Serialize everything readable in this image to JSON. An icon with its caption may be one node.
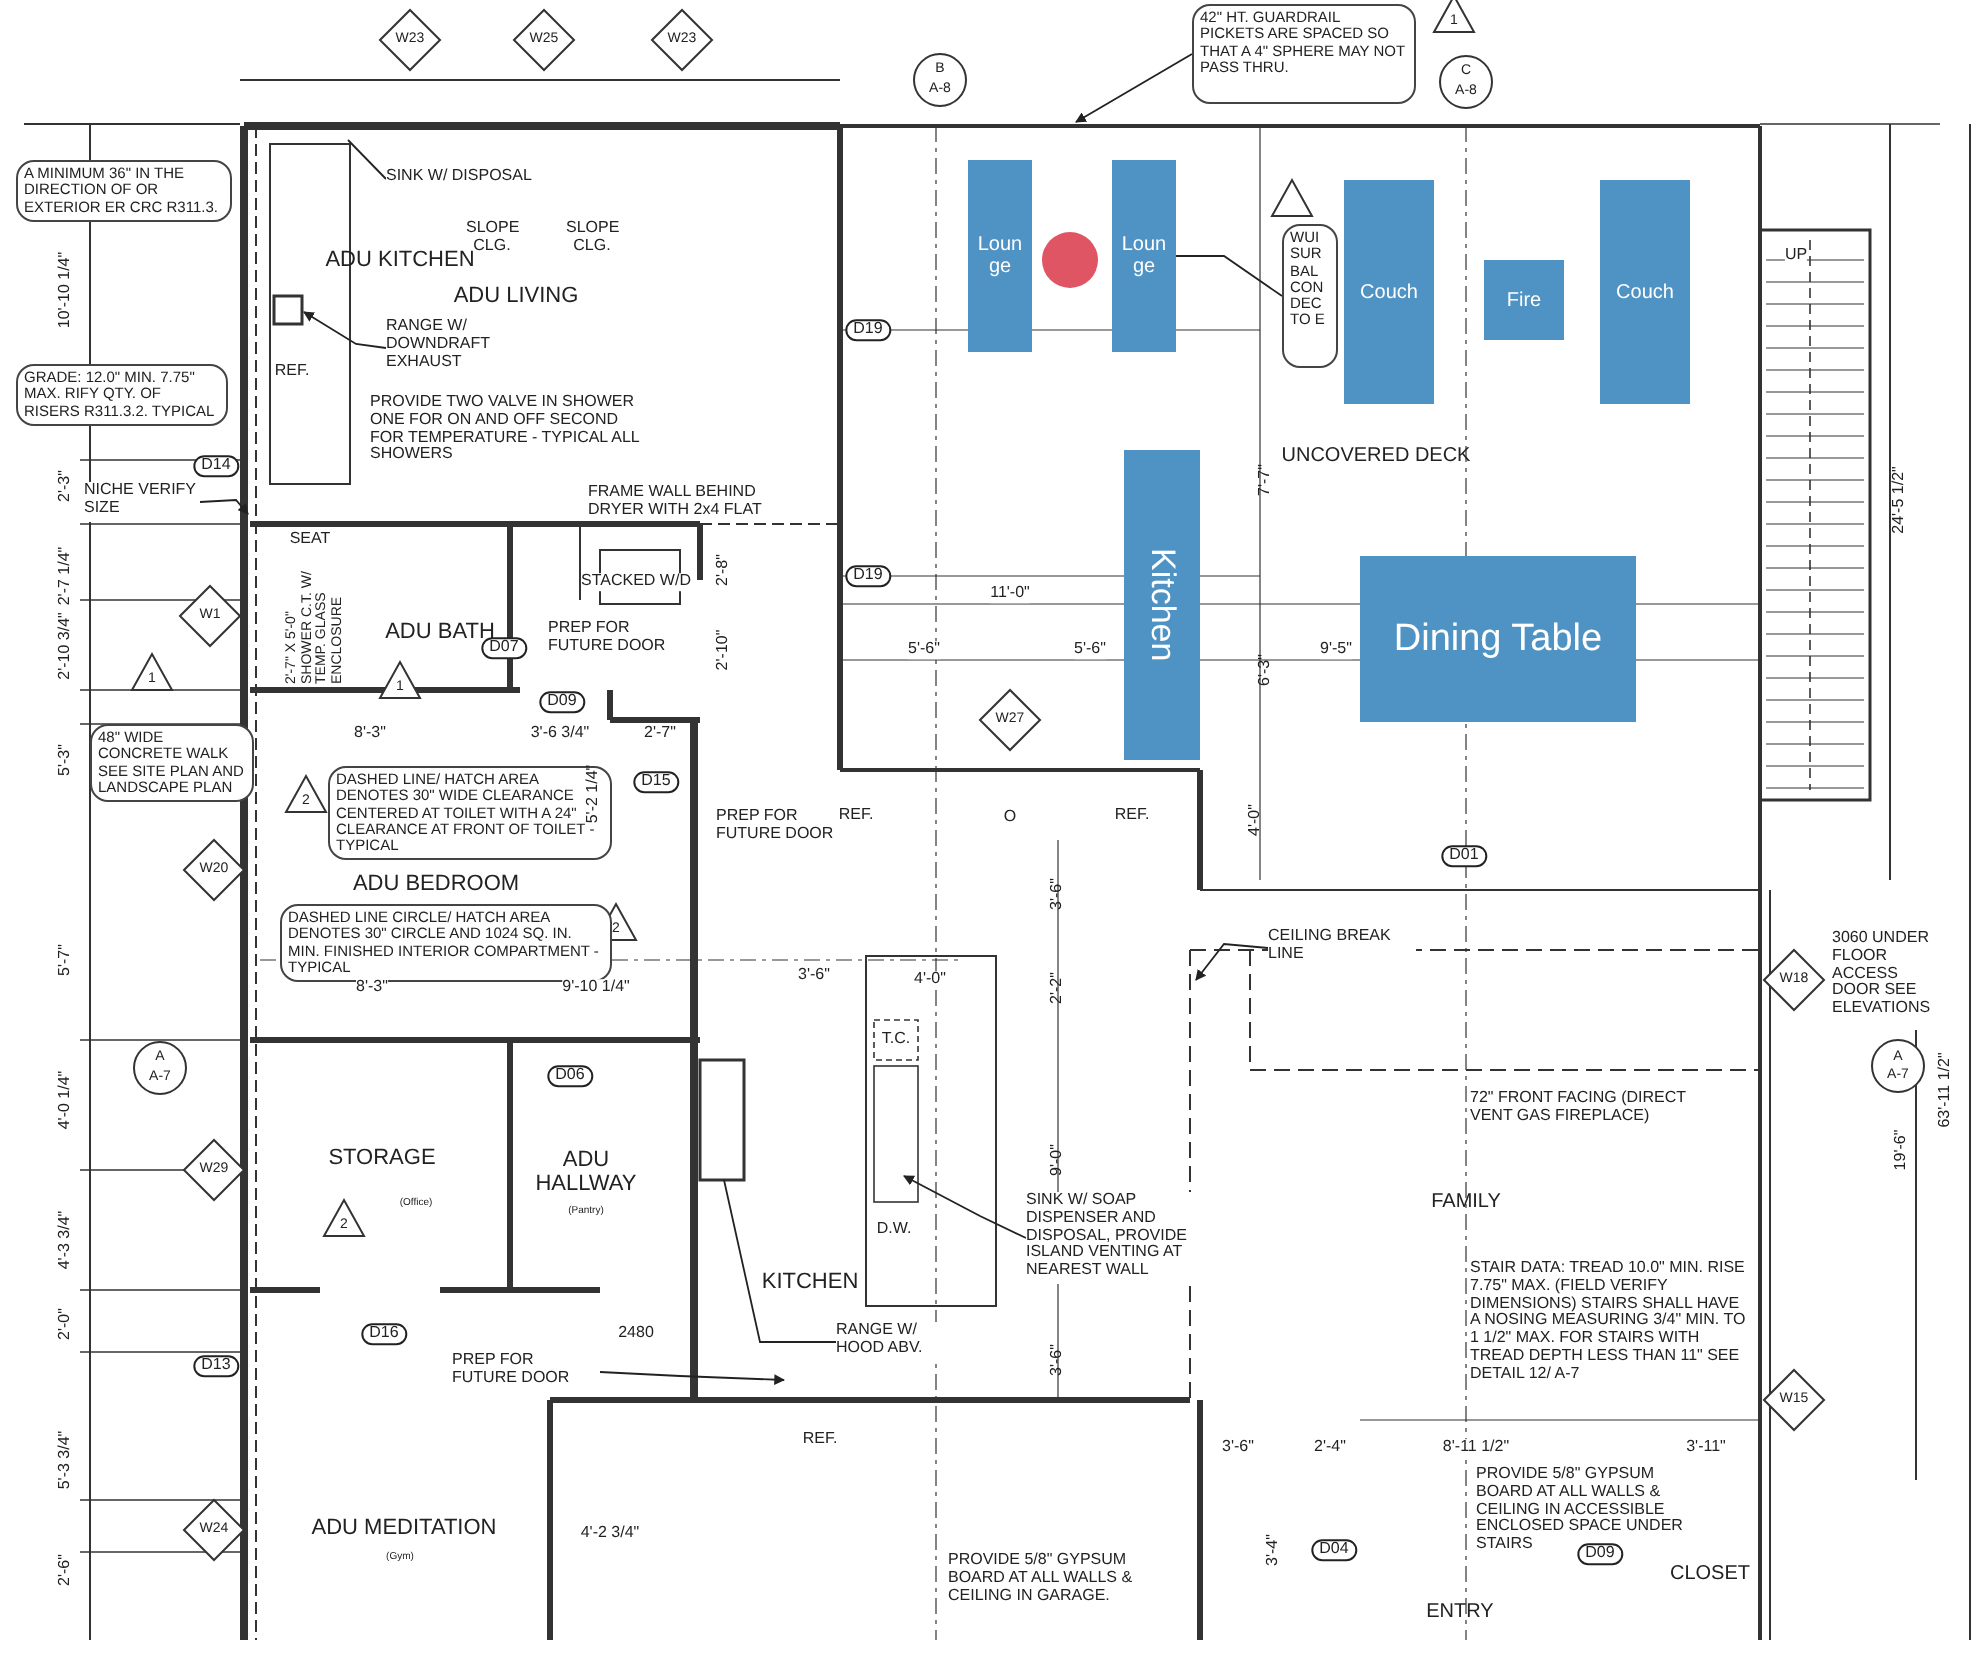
{
  "diagram": {
    "nodes": [
      {
        "text": [
          "Loun ge"
        ]
      },
      {
        "text": [],
        "shape": "circle"
      },
      {
        "text": [
          "Loun ge"
        ]
      },
      {
        "text": [
          "Couch"
        ]
      },
      {
        "text": [
          "Fire"
        ]
      },
      {
        "text": [
          "Couch"
        ]
      },
      {
        "text": [
          "Kitchen"
        ]
      },
      {
        "text": [
          "Dining Table"
        ]
      },
      {
        "text": [
          "42\" HT. GUARDRAIL PICKETS ARE SPACED SO THAT A 4\" SPHERE MAY NOT PASS THRU."
        ]
      },
      {
        "text": [
          "SINK W/ DISPOSAL"
        ]
      },
      {
        "text": [
          "RANGE W/ DOWNDRAFT EXHAUST"
        ]
      },
      {
        "text": [
          "NICHE VERIFY SIZE"
        ]
      },
      {
        "text": [
          "WUI SUR BAL CON DEC TO E"
        ]
      },
      {
        "text": [
          "CEILING BREAK LINE"
        ]
      },
      {
        "text": [
          "SINK W/ SOAP DISPENSER AND DISPOSAL, PROVIDE ISLAND VENTING AT NEAREST WALL"
        ]
      },
      {
        "text": [
          "RANGE W/ HOOD ABV."
        ]
      },
      {
        "text": [
          "PREP FOR FUTURE DOOR"
        ]
      }
    ],
    "edges": [
      {
        "from": 8,
        "to": null,
        "arrow": "to"
      },
      {
        "from": 9,
        "to": null,
        "arrow": "none"
      },
      {
        "from": 10,
        "to": null,
        "arrow": "to"
      },
      {
        "from": 11,
        "to": null,
        "arrow": "to"
      },
      {
        "from": 12,
        "to": 2,
        "arrow": "none"
      },
      {
        "from": 13,
        "to": null,
        "arrow": "to"
      },
      {
        "from": 14,
        "to": null,
        "arrow": "to"
      },
      {
        "from": 15,
        "to": null,
        "arrow": "none"
      },
      {
        "from": 16,
        "to": null,
        "arrow": "to"
      }
    ],
    "labels": [
      "W23",
      "W25",
      "W23",
      "B",
      "A-8",
      "C",
      "A-8",
      "1",
      "A MINIMUM 36\" IN THE DIRECTION OF OR EXTERIOR ER CRC R311.3.",
      "SLOPE CLG.",
      "SLOPE CLG.",
      "ADU KITCHEN",
      "ADU LIVING",
      "10'-10 1/4\"",
      "REF.",
      "GRADE: 12.0\" MIN. 7.75\" MAX. RIFY QTY. OF RISERS R311.3.2. TYPICAL",
      "PROVIDE TWO VALVE IN SHOWER ONE FOR ON AND OFF SECOND FOR TEMPERATURE - TYPICAL ALL SHOWERS",
      "D19",
      "D14",
      "2'-3\"",
      "FRAME WALL BEHIND DRYER WITH 2x4 FLAT",
      "SEAT",
      "2'-7\" X 5'-0\" SHOWER C.T. W/ TEMP. GLASS ENCLOSURE",
      "2'-8\"",
      "STACKED W/D",
      "2'-7 1/4\"",
      "W1",
      "ADU BATH",
      "PREP FOR FUTURE DOOR",
      "D07",
      "2'-10 3/4\"",
      "2'-10\"",
      "1",
      "1",
      "D09",
      "D19",
      "UNCOVERED DECK",
      "7'-7\"",
      "24'-5 1/2\"",
      "UP",
      "11'-0\"",
      "5'-6\"",
      "5'-6\"",
      "6'-3\"",
      "9'-5\"",
      "W27",
      "8'-3\"",
      "3'-6 3/4\"",
      "2'-7\"",
      "48\" WIDE CONCRETE WALK SEE SITE PLAN AND LANDSCAPE PLAN",
      "5'-3\"",
      "D15",
      "2",
      "DASHED LINE/ HATCH AREA DENOTES 30\" WIDE CLEARANCE CENTERED AT TOILET WITH A 24\" CLEARANCE AT FRONT OF TOILET - TYPICAL",
      "5'-2 1/4\"",
      "PREP FOR FUTURE DOOR",
      "REF.",
      "O",
      "REF.",
      "4'-0\"",
      "D01",
      "W20",
      "ADU BEDROOM",
      "DASHED LINE CIRCLE/ HATCH AREA DENOTES 30\" CIRCLE AND 1024 SQ. IN. MIN. FINISHED INTERIOR COMPARTMENT - TYPICAL",
      "2",
      "3'-6\"",
      "5'-7\"",
      "8'-3\"",
      "9'-10 1/4\"",
      "3'-6\"",
      "4'-0\"",
      "2'-2\"",
      "T.C.",
      "3060 UNDER FLOOR ACCESS DOOR SEE ELEVATIONS",
      "W18",
      "A",
      "A-7",
      "A",
      "A-7",
      "4'-0 1/4\"",
      "D06",
      "63'-11 1/2\"",
      "72\" FRONT FACING (DIRECT VENT GAS FIREPLACE)",
      "STORAGE",
      "ADU HALLWAY",
      "W29",
      "(Office)",
      "(Pantry)",
      "19'-6\"",
      "2",
      "9'-0\"",
      "D.W.",
      "FAMILY",
      "4'-3 3/4\"",
      "KITCHEN",
      "STAIR DATA: TREAD 10.0\" MIN. RISE 7.75\" MAX. (FIELD VERIFY DIMENSIONS) STAIRS SHALL HAVE A NOSING MEASURING 3/4\" MIN. TO 1 1/2\" MAX. FOR STAIRS WITH TREAD DEPTH LESS THAN 11\" SEE DETAIL 12/ A-7",
      "2'-0\"",
      "D16",
      "2480",
      "3'-6\"",
      "D13",
      "REF.",
      "3'-6\"",
      "2'-4\"",
      "8'-11 1/2\"",
      "3'-11\"",
      "W15",
      "5'-3 3/4\"",
      "PROVIDE 5/8\" GYPSUM BOARD AT ALL WALLS & CEILING IN ACCESSIBLE ENCLOSED SPACE UNDER STAIRS",
      "3'-4\"",
      "D04",
      "D09",
      "W24",
      "ADU MEDITATION",
      "4'-2 3/4\"",
      "CLOSET",
      "(Gym)",
      "2'-6\"",
      "ENTRY",
      "PROVIDE 5/8\" GYPSUM BOARD AT ALL WALLS & CEILING IN GARAGE."
    ]
  }
}
